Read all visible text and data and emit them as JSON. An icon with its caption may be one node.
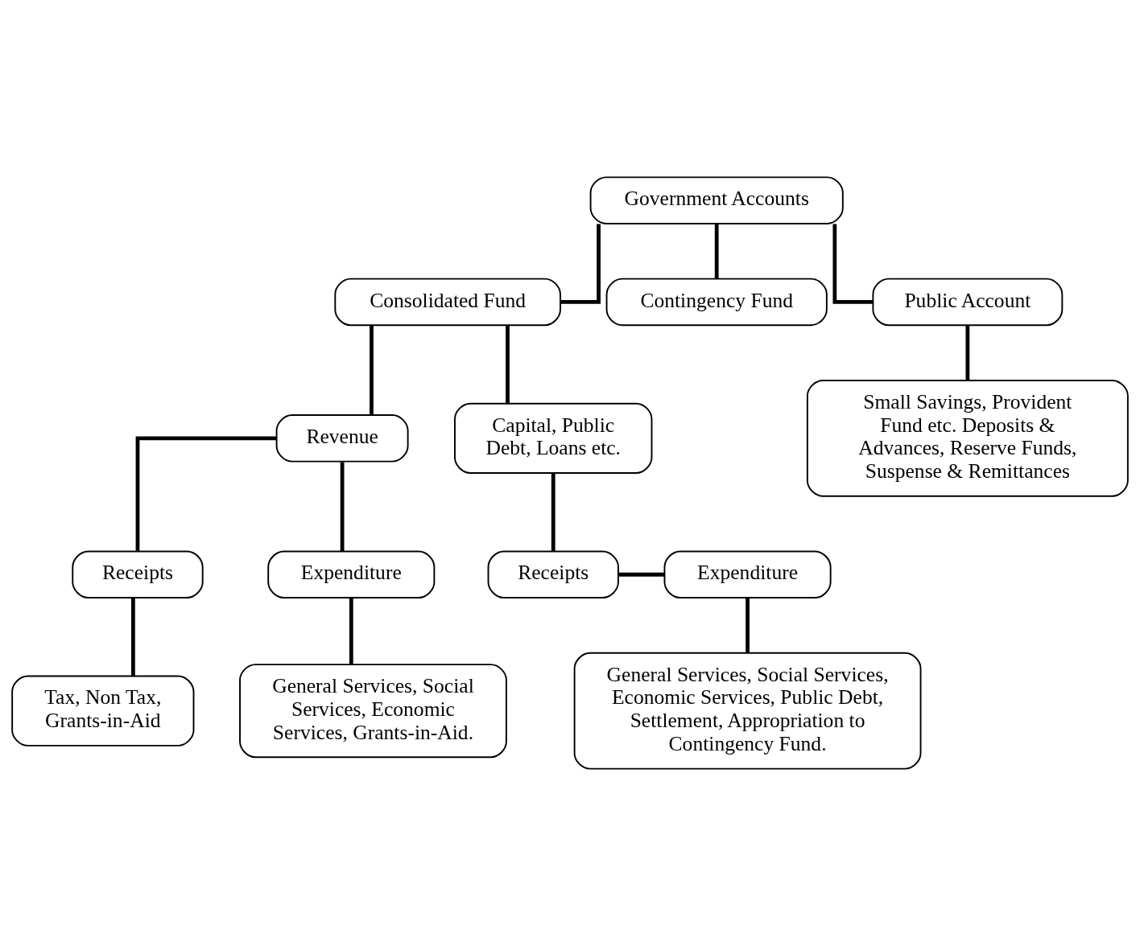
{
  "diagram": {
    "nodes": [
      {
        "text": [
          "Government Accounts"
        ]
      },
      {
        "text": [
          "Consolidated Fund"
        ]
      },
      {
        "text": [
          "Contingency Fund"
        ]
      },
      {
        "text": [
          "Public Account"
        ]
      },
      {
        "text": [
          "Revenue"
        ]
      },
      {
        "text": [
          "Capital, Public Debt, Loans etc."
        ]
      },
      {
        "text": [
          "Small Savings, Provident Fund etc. Deposits & Advances, Reserve Funds, Suspense & Remittances"
        ]
      },
      {
        "text": [
          "Receipts"
        ]
      },
      {
        "text": [
          "Tax, Non Tax, Grants-in-Aid"
        ]
      },
      {
        "text": [
          "Expenditure"
        ]
      },
      {
        "text": [
          "General Services, Social Services, Economic Services, Grants-in-Aid."
        ]
      },
      {
        "text": [
          "Receipts"
        ]
      },
      {
        "text": [
          "Expenditure"
        ]
      },
      {
        "text": [
          "General Services, Social Services, Economic Services, Public Debt, Settlement, Appropriation to Contingency Fund."
        ]
      }
    ],
    "edges": [
      {
        "from": 0,
        "to": 1,
        "arrow": "none"
      },
      {
        "from": 0,
        "to": 2,
        "arrow": "none"
      },
      {
        "from": 0,
        "to": 3,
        "arrow": "none"
      },
      {
        "from": 1,
        "to": 4,
        "arrow": "none"
      },
      {
        "from": 1,
        "to": 5,
        "arrow": "none"
      },
      {
        "from": 3,
        "to": 6,
        "arrow": "none"
      },
      {
        "from": 4,
        "to": 7,
        "arrow": "none"
      },
      {
        "from": 7,
        "to": 8,
        "arrow": "none"
      },
      {
        "from": 4,
        "to": 9,
        "arrow": "none"
      },
      {
        "from": 9,
        "to": 10,
        "arrow": "none"
      },
      {
        "from": 5,
        "to": 11,
        "arrow": "none"
      },
      {
        "from": 11,
        "to": 12,
        "arrow": "none"
      },
      {
        "from": 12,
        "to": 13,
        "arrow": "none"
      }
    ]
  }
}
